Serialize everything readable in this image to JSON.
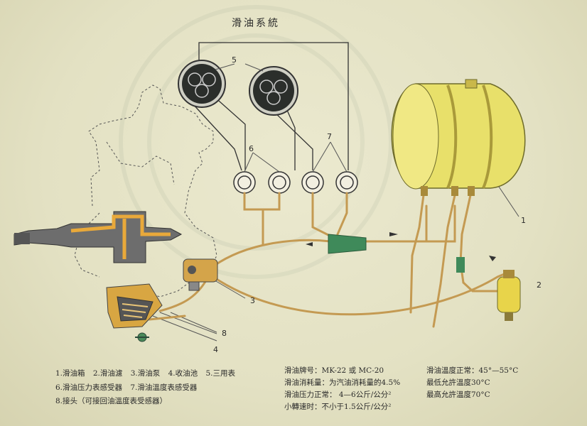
{
  "title": "滑油系統",
  "callouts": {
    "n1": "1",
    "n2": "2",
    "n3": "3",
    "n4": "4",
    "n5": "5",
    "n6": "6",
    "n7": "7",
    "n8": "8"
  },
  "legend": {
    "row1": [
      "1.滑油箱",
      "2.滑油濾",
      "3.滑油泵",
      "4.收油池",
      "5.三用表"
    ],
    "row2": [
      "6.滑油压力表感受器",
      "7.滑油溫度表感受器"
    ],
    "row3": [
      "8.接头（可接回油溫度表受感器）"
    ]
  },
  "specs": {
    "brand": "滑油牌号：MK-22 或 MC-20",
    "consumption": "滑油消耗量：为汽油消耗量的4.5%",
    "pressure": "滑油压力正常：    4—6公斤/公分²",
    "low_rpm": "小轉速时：不小于1.5公斤/公分²",
    "temp_normal": "滑油溫度正常：45°—55°C",
    "temp_min": "最低允許溫度30°C",
    "temp_max": "最高允許溫度70°C"
  }
}
